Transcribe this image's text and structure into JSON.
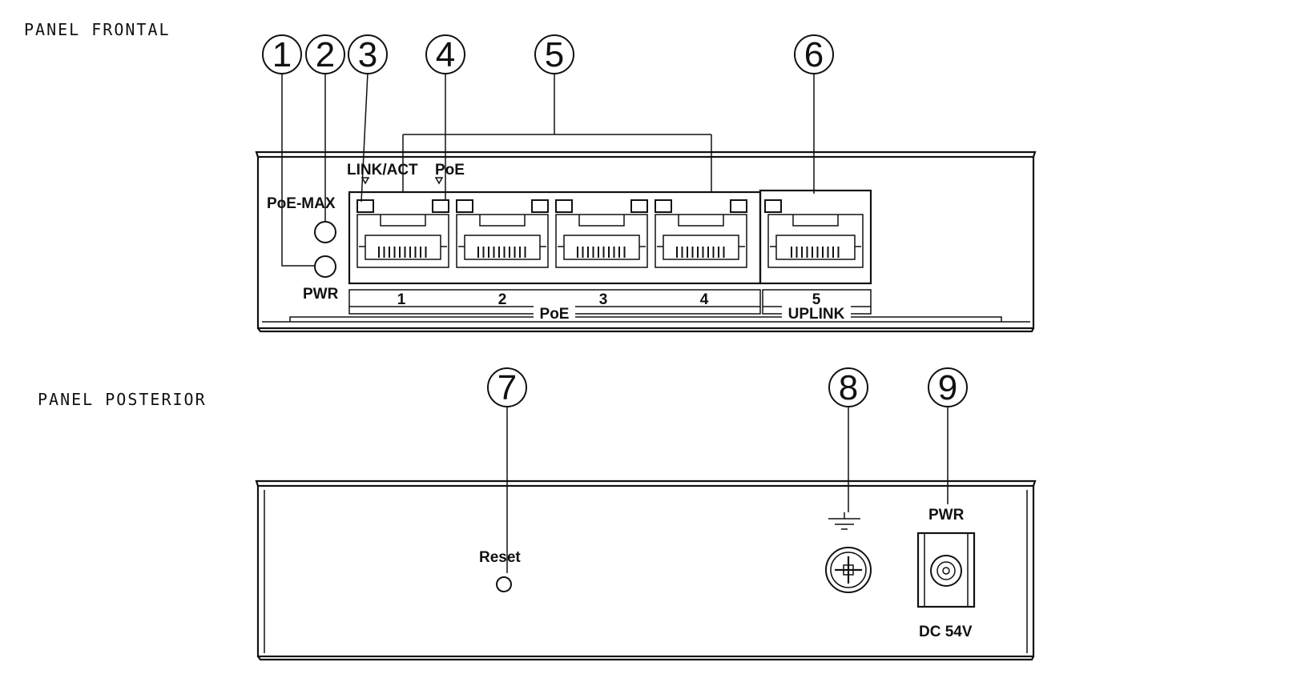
{
  "sections": {
    "front": "PANEL FRONTAL",
    "rear": "PANEL POSTERIOR"
  },
  "callouts": [
    "1",
    "2",
    "3",
    "4",
    "5",
    "6",
    "7",
    "8",
    "9"
  ],
  "front_labels": {
    "link_act": "LINK/ACT",
    "poe_led": "PoE",
    "poe_max": "PoE-MAX",
    "pwr": "PWR",
    "port_numbers": [
      "1",
      "2",
      "3",
      "4",
      "5"
    ],
    "poe_group": "PoE",
    "uplink_group": "UPLINK"
  },
  "rear_labels": {
    "reset": "Reset",
    "pwr": "PWR",
    "dc": "DC 54V"
  }
}
